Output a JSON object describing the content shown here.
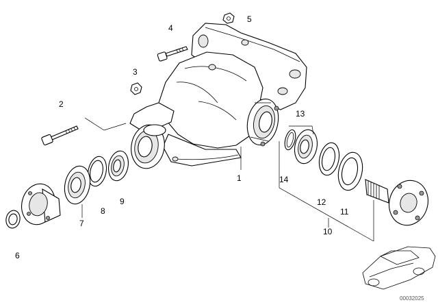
{
  "labels": [
    "1",
    "2",
    "3",
    "4",
    "5",
    "6",
    "7",
    "8",
    "9",
    "10",
    "11",
    "12",
    "13",
    "14"
  ],
  "code": "00032025"
}
